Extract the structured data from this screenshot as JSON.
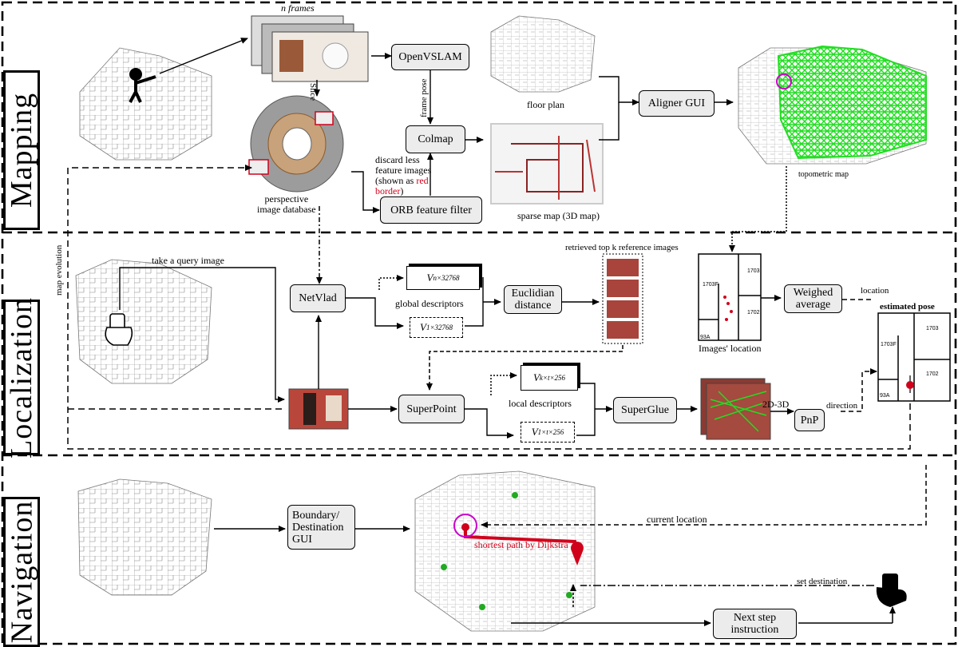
{
  "sections": {
    "mapping": "Mapping",
    "localization": "Localization",
    "navigation": "Navigation"
  },
  "mapping": {
    "n_frames": "n frames",
    "slice": "Slice",
    "openvslam": "OpenVSLAM",
    "frame_pose": "frame pose",
    "colmap": "Colmap",
    "discard_line1": "discard less",
    "discard_line2": "feature images",
    "discard_line3": "(shown as",
    "discard_red1": "red",
    "discard_red2": "border",
    "discard_close": ")",
    "orb_filter": "ORB feature filter",
    "perspective_db_line1": "perspective",
    "perspective_db_line2": "image database",
    "floor_plan": "floor plan",
    "sparse_map": "sparse map (3D map)",
    "aligner_gui": "Aligner GUI",
    "topometric_map": "topometric map",
    "map_evolution": "map evolution"
  },
  "localization": {
    "take_query": "take a query image",
    "netvlad": "NetVlad",
    "global_matrix_base": "V",
    "global_matrix_sup": "n×32768",
    "global_vec_base": "V",
    "global_vec_sup": "1×32768",
    "global_descriptors": "global descriptors",
    "euclidian_line1": "Euclidian",
    "euclidian_line2": "distance",
    "retrieved": "retrieved top k reference images",
    "images_location": "Images' location",
    "weighed_line1": "Weighed",
    "weighed_line2": "average",
    "location": "location",
    "estimated_pose": "estimated pose",
    "superpoint": "SuperPoint",
    "local_matrix_base": "V",
    "local_matrix_sup": "k×t×256",
    "local_vec_base": "V",
    "local_vec_sup": "1×t×256",
    "local_descriptors": "local descriptors",
    "superglue": "SuperGlue",
    "two_d_three_d": "2D-3D",
    "pnp": "PnP",
    "direction": "direction",
    "rooms": [
      "1703",
      "1702",
      "1703F",
      "93A"
    ],
    "pose_rooms": [
      "1703",
      "1702",
      "1703F",
      "93A"
    ]
  },
  "navigation": {
    "boundary_line1": "Boundary/",
    "boundary_line2": "Destination",
    "boundary_line3": "GUI",
    "current_location": "current location",
    "shortest_path": "shortest path by Dijkstra",
    "set_destination": "set destination",
    "next_step_line1": "Next step",
    "next_step_line2": "instruction"
  },
  "colors": {
    "accent_red": "#d0021b",
    "topo_green": "#22dd22",
    "box_fill": "#ececec",
    "highlight_magenta": "#cc00cc"
  }
}
